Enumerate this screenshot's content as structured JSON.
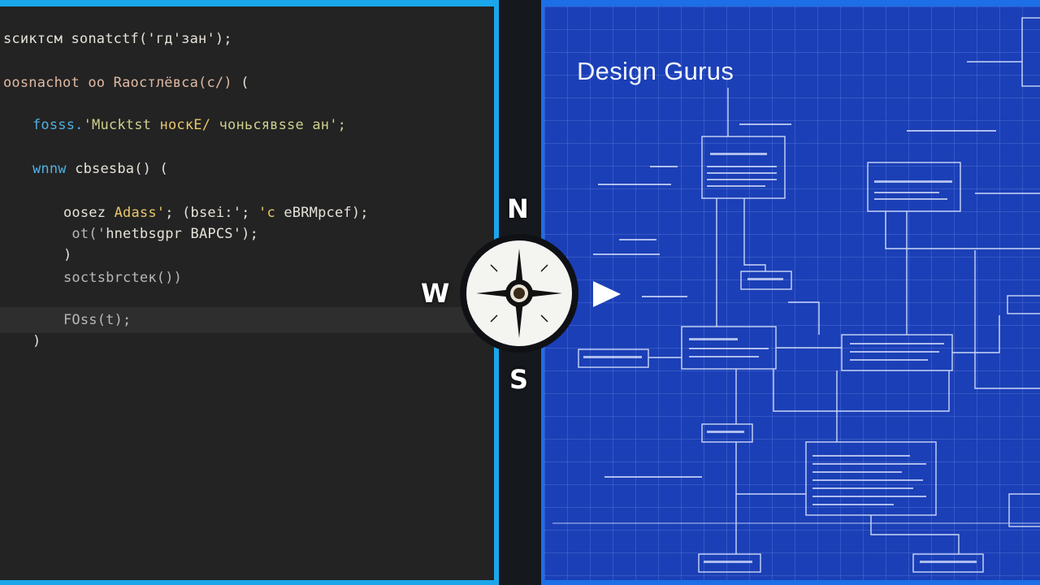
{
  "code_editor": {
    "lines": [
      {
        "indent": 0,
        "parts": [
          {
            "text": "sсиктсм",
            "color": "cream"
          },
          {
            "text": " ",
            "color": "cream"
          },
          {
            "text": "sonatctf('гд'зан');",
            "color": "cream"
          }
        ]
      },
      {
        "indent": 0,
        "parts": [
          {
            "text": "oosnachot",
            "color": "peach"
          },
          {
            "text": " ",
            "color": "cream"
          },
          {
            "text": "oo",
            "color": "peach"
          },
          {
            "text": " ",
            "color": "cream"
          },
          {
            "text": "Rаостлёвсa(c/)",
            "color": "peach"
          },
          {
            "text": " (",
            "color": "cream"
          }
        ]
      },
      {
        "indent": 1,
        "parts": [
          {
            "text": "fosss.",
            "color": "blue"
          },
          {
            "text": "'Mucktst",
            "color": "olive"
          },
          {
            "text": " ",
            "color": "cream"
          },
          {
            "text": "носкЕ/",
            "color": "gold"
          },
          {
            "text": " ",
            "color": "cream"
          },
          {
            "text": "чоньсявssе",
            "color": "olive"
          },
          {
            "text": " ан';",
            "color": "olive"
          }
        ]
      },
      {
        "indent": 1,
        "parts": [
          {
            "text": "wnnw",
            "color": "blue"
          },
          {
            "text": " ",
            "color": "cream"
          },
          {
            "text": "cbsesba()",
            "color": "cream"
          },
          {
            "text": " (",
            "color": "cream"
          }
        ]
      },
      {
        "indent": 2,
        "parts": [
          {
            "text": "oosez",
            "color": "cream"
          },
          {
            "text": " ",
            "color": "cream"
          },
          {
            "text": "Adass'",
            "color": "gold"
          },
          {
            "text": "; ",
            "color": "cream"
          },
          {
            "text": "(bsei:",
            "color": "cream"
          },
          {
            "text": "'; ",
            "color": "cream"
          },
          {
            "text": "'с",
            "color": "gold"
          },
          {
            "text": " ",
            "color": "cream"
          },
          {
            "text": "eBRMpcef",
            "color": "cream"
          },
          {
            "text": ");",
            "color": "cream"
          }
        ]
      },
      {
        "indent": 2,
        "parts": [
          {
            "text": " ot('",
            "color": "grey"
          },
          {
            "text": "hnetbsgpr",
            "color": "cream"
          },
          {
            "text": " ",
            "color": "cream"
          },
          {
            "text": "BAPCS'",
            "color": "cream"
          },
          {
            "text": ");",
            "color": "cream"
          }
        ]
      },
      {
        "indent": 2,
        "parts": [
          {
            "text": ")",
            "color": "cream"
          }
        ]
      },
      {
        "indent": 2,
        "parts": [
          {
            "text": "soctsbrcteк()",
            "color": "grey"
          },
          {
            "text": ")",
            "color": "grey"
          }
        ]
      },
      {
        "indent": 2,
        "parts": [
          {
            "text": "FOss(t)",
            "color": "grey"
          },
          {
            "text": ";",
            "color": "grey"
          }
        ]
      },
      {
        "indent": 1,
        "parts": [
          {
            "text": ")",
            "color": "cream"
          }
        ]
      }
    ]
  },
  "blueprint": {
    "title": "Design Gurus"
  },
  "compass": {
    "north_label": "N",
    "west_label": "W",
    "south_label": "S",
    "icon": "compass-icon",
    "arrow_icon": "play-arrow-icon"
  },
  "colors": {
    "code_bg": "#232323",
    "code_frame": "#1aa6ea",
    "blueprint_bg": "#1b3fb6",
    "blueprint_frame": "#1c6fe6"
  }
}
